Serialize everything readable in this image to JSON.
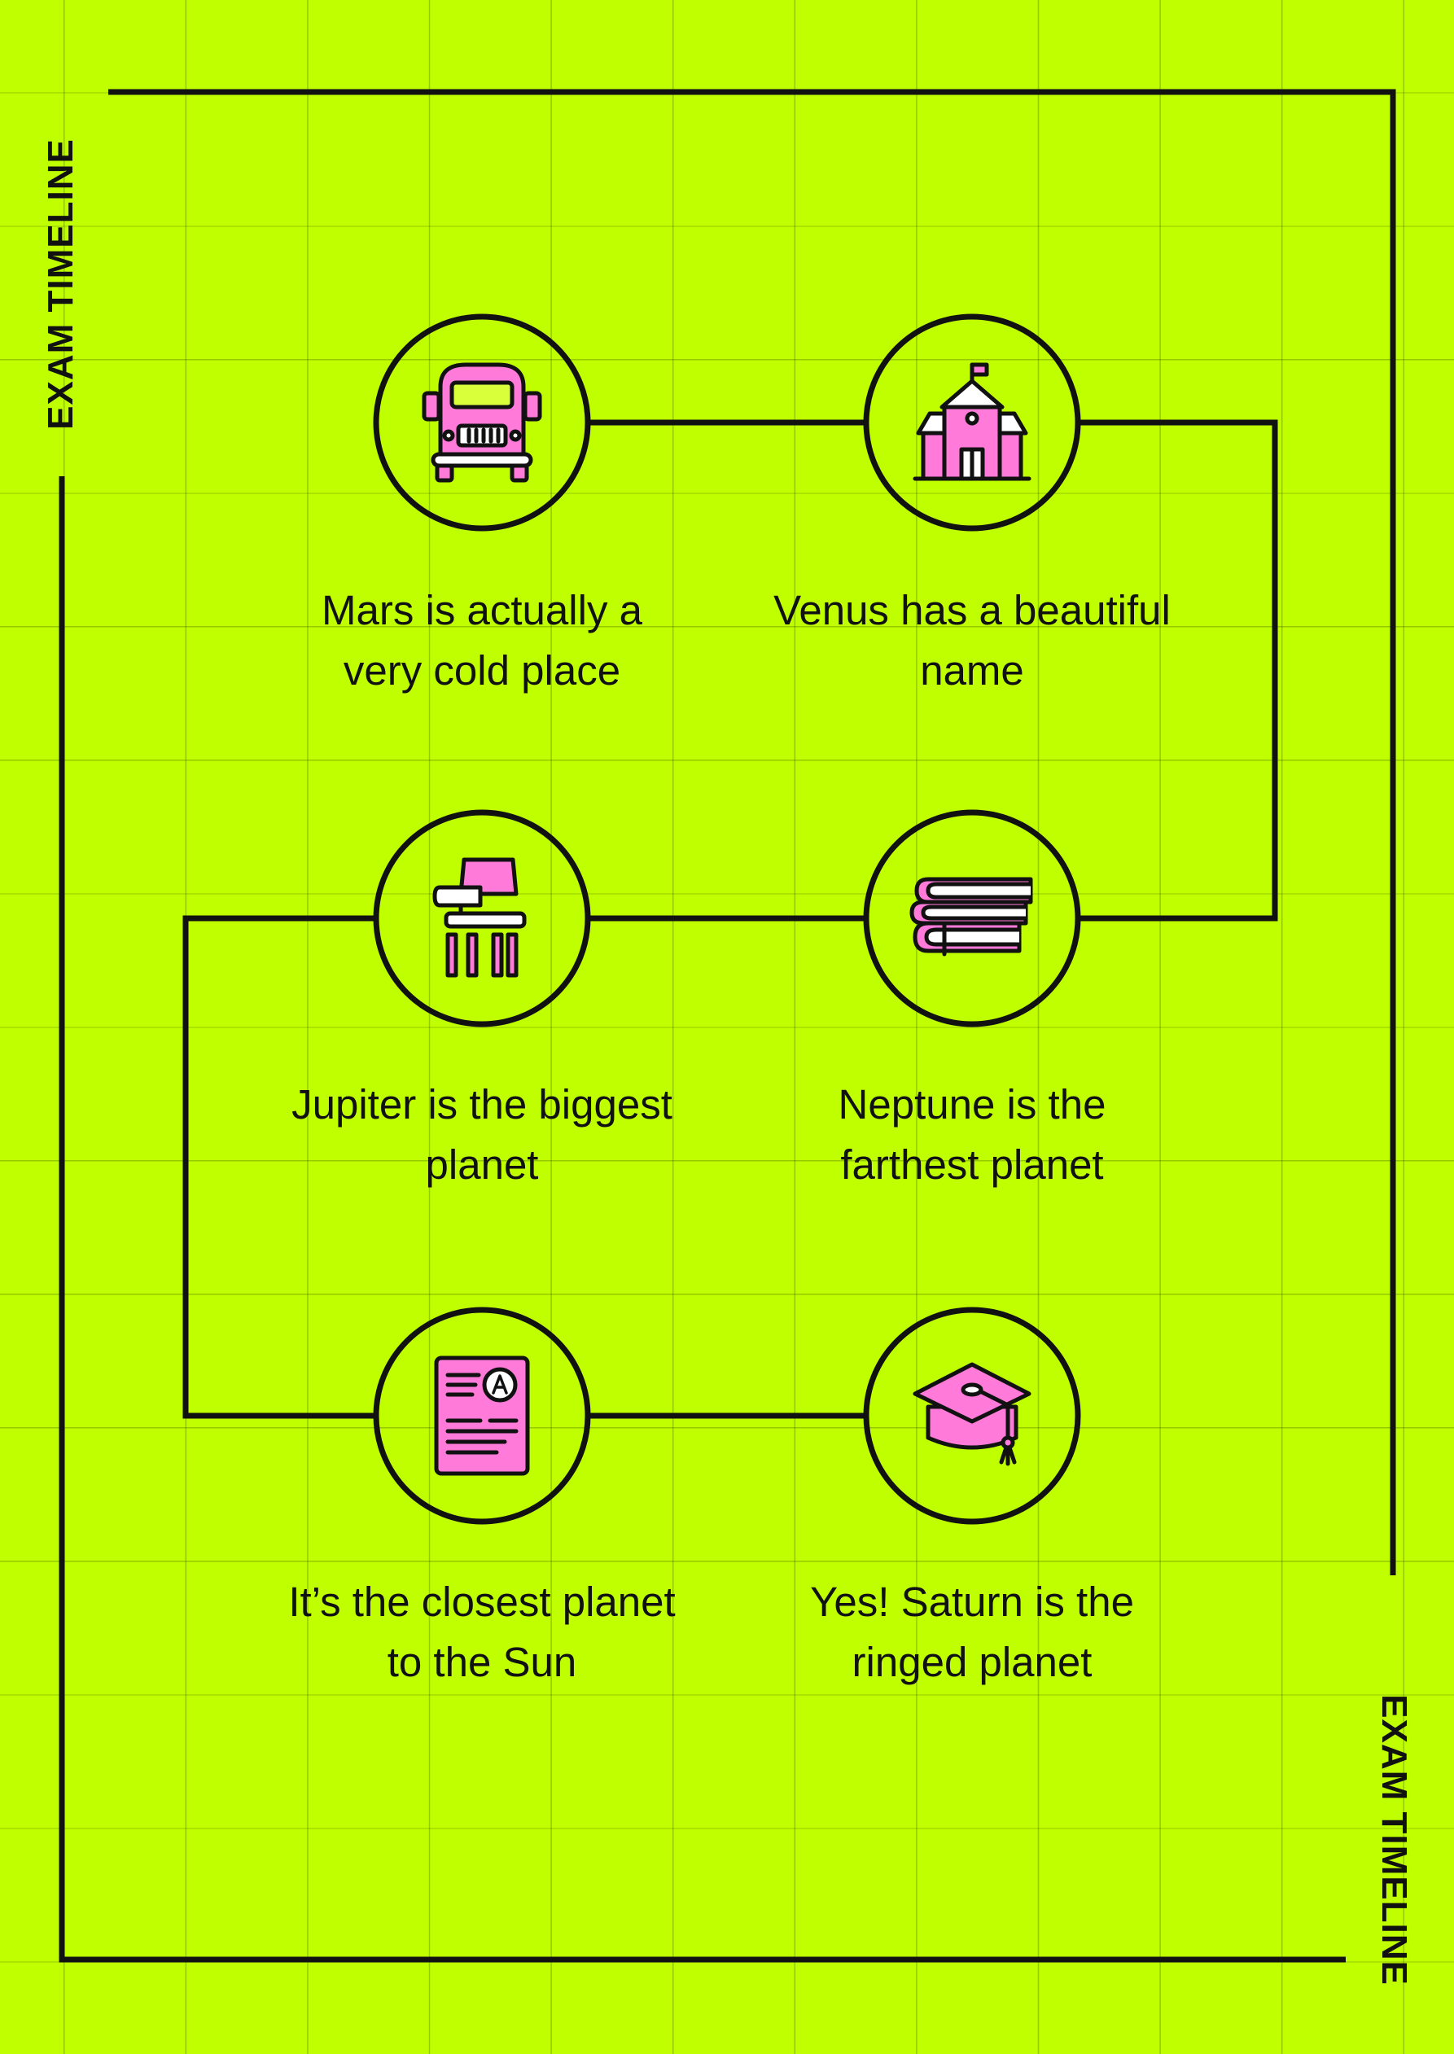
{
  "title": "EXAM TIMELINE",
  "colors": {
    "background": "#bfff00",
    "line": "#111111",
    "icon_fill": "#ff7ad9"
  },
  "steps": [
    {
      "icon": "school-bus-icon",
      "caption_line1": "Mars is actually a",
      "caption_line2": "very cold place"
    },
    {
      "icon": "school-building-icon",
      "caption_line1": "Venus has a beautiful",
      "caption_line2": "name"
    },
    {
      "icon": "books-icon",
      "caption_line1": "Neptune is the",
      "caption_line2": "farthest planet"
    },
    {
      "icon": "school-desk-icon",
      "caption_line1": "Jupiter is the biggest",
      "caption_line2": "planet"
    },
    {
      "icon": "graded-exam-icon",
      "caption_line1": "It’s the closest planet",
      "caption_line2": "to the Sun"
    },
    {
      "icon": "graduation-cap-icon",
      "caption_line1": "Yes! Saturn is the",
      "caption_line2": "ringed planet"
    }
  ]
}
